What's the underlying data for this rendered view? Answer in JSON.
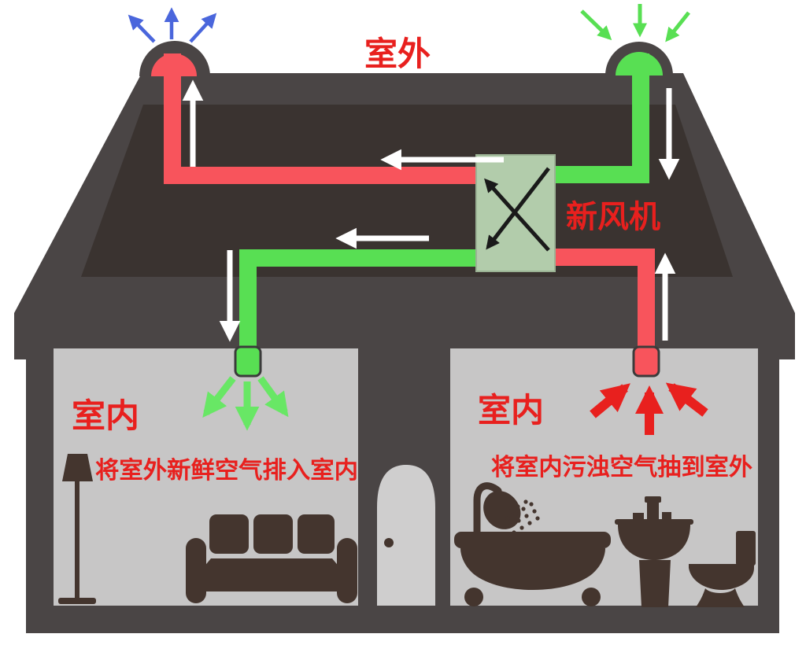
{
  "diagram": {
    "labels": {
      "outdoor": "室外",
      "fresh_air_unit": "新风机",
      "indoor_left": "室内",
      "indoor_right": "室内",
      "caption_left": "将室外新鲜空气排入室内",
      "caption_right": "将室内污浊空气抽到室外"
    },
    "colors": {
      "exhaust_pipe_red": "#F8545C",
      "accent_red": "#E8201E",
      "fresh_pipe_green": "#58DF53",
      "fan_arrow_green": "#68E765",
      "outdoor_arrow_blue": "#4A66DC",
      "exchanger_box_green": "#B2CCAB",
      "roof_gray": "#4A4545",
      "roof_inner_brown": "#3A3330",
      "room_gray": "#C7C6C6",
      "door_gray": "#CFCECE",
      "furniture_brown": "#44352E",
      "flow_arrow_white": "#FFFFFF",
      "exchanger_cross_black": "#1A1A1A"
    },
    "icons": {
      "unit": "heat-exchanger-cross-icon",
      "roof_left": "exhaust-dome-vent-icon",
      "roof_right": "intake-dome-vent-icon",
      "left_room": [
        "floor-lamp-icon",
        "sofa-icon"
      ],
      "center": "door-icon",
      "right_room": [
        "shower-bathtub-icon",
        "pedestal-sink-icon",
        "toilet-icon"
      ]
    }
  }
}
